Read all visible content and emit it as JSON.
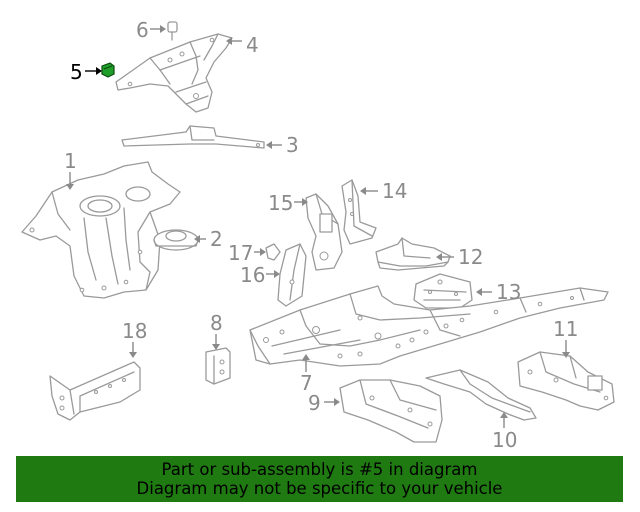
{
  "diagram": {
    "highlight_color": "#1f9e2a",
    "callouts": [
      {
        "id": "c1",
        "label": "1"
      },
      {
        "id": "c2",
        "label": "2"
      },
      {
        "id": "c3",
        "label": "3"
      },
      {
        "id": "c4",
        "label": "4"
      },
      {
        "id": "c5",
        "label": "5"
      },
      {
        "id": "c6",
        "label": "6"
      },
      {
        "id": "c7",
        "label": "7"
      },
      {
        "id": "c8",
        "label": "8"
      },
      {
        "id": "c9",
        "label": "9"
      },
      {
        "id": "c10",
        "label": "10"
      },
      {
        "id": "c11",
        "label": "11"
      },
      {
        "id": "c12",
        "label": "12"
      },
      {
        "id": "c13",
        "label": "13"
      },
      {
        "id": "c14",
        "label": "14"
      },
      {
        "id": "c15",
        "label": "15"
      },
      {
        "id": "c16",
        "label": "16"
      },
      {
        "id": "c17",
        "label": "17"
      },
      {
        "id": "c18",
        "label": "18"
      }
    ]
  },
  "banner": {
    "line1": "Part or sub-assembly is #5 in diagram",
    "line2": "Diagram may not be specific to your vehicle",
    "background": "#1f7a12"
  }
}
